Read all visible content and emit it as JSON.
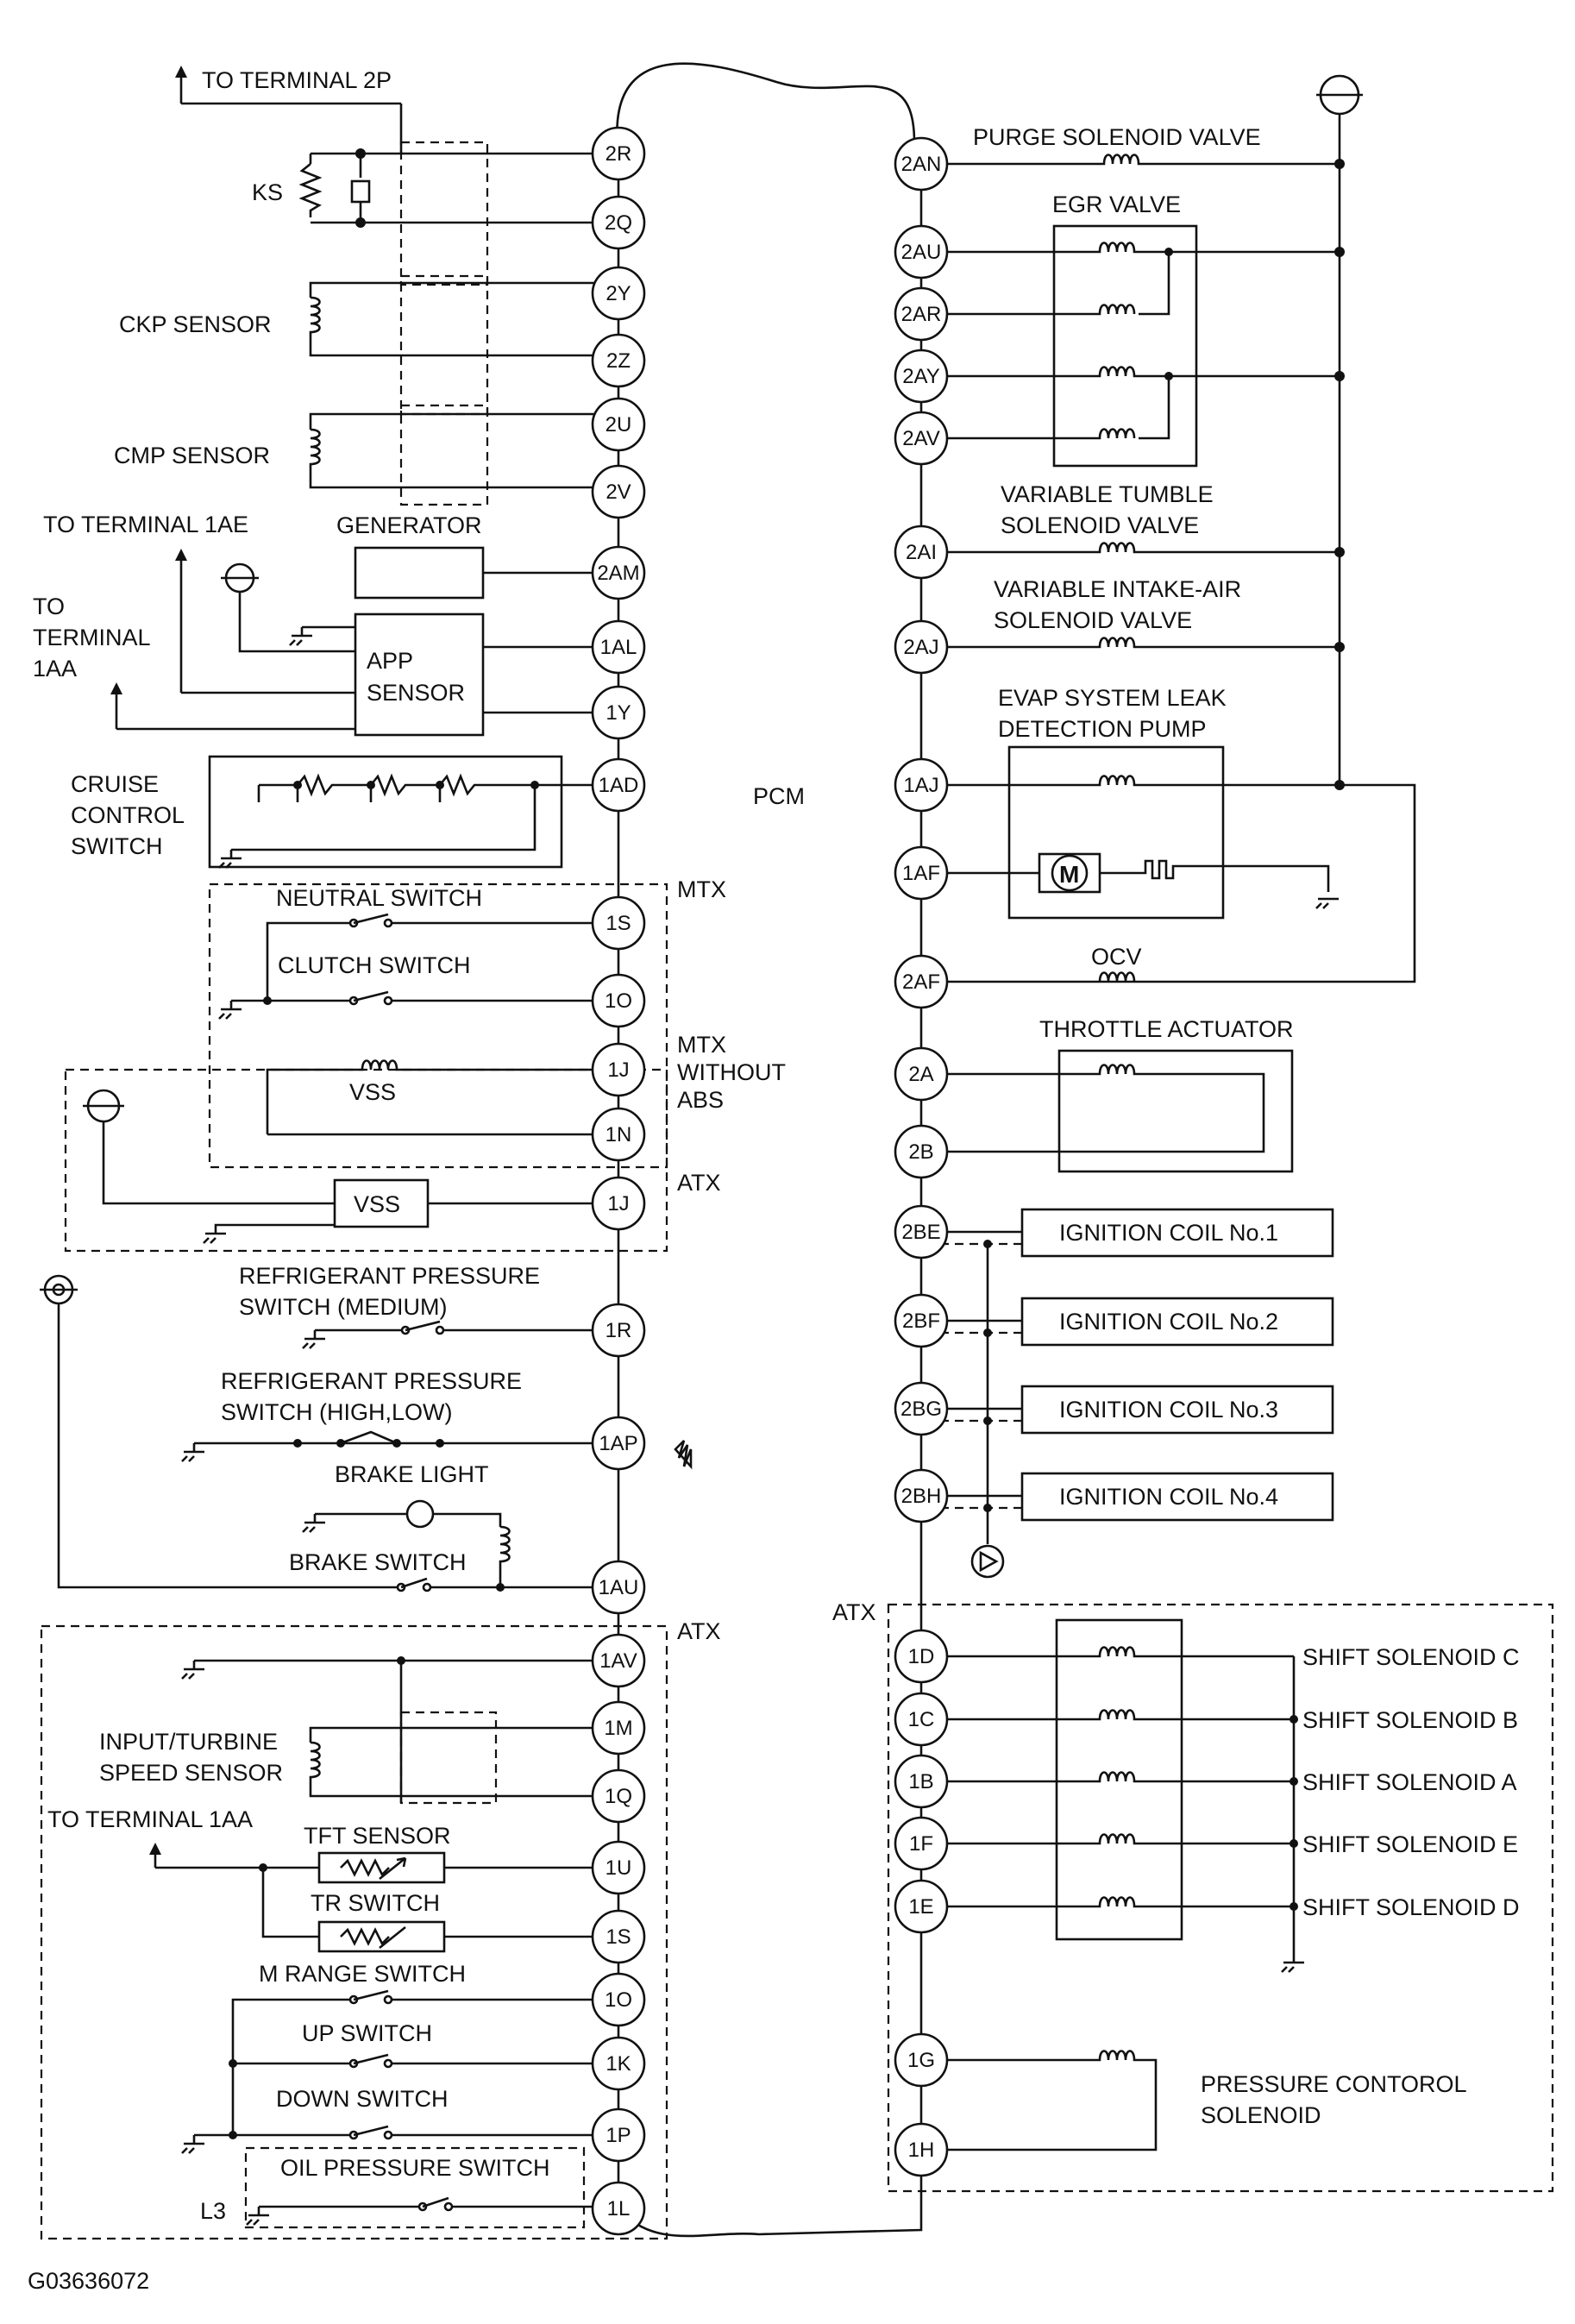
{
  "labels": {
    "to_terminal_2p": "TO TERMINAL 2P",
    "ks": "KS",
    "ckp_sensor": "CKP SENSOR",
    "cmp_sensor": "CMP SENSOR",
    "to_terminal_1ae": "TO TERMINAL 1AE",
    "generator": "GENERATOR",
    "to": "TO",
    "terminal": "TERMINAL",
    "t_1aa": "1AA",
    "app": "APP",
    "sensor": "SENSOR",
    "cruise": "CRUISE",
    "control": "CONTROL",
    "switch": "SWITCH",
    "neutral_switch": "NEUTRAL SWITCH",
    "clutch_switch": "CLUTCH SWITCH",
    "mtx": "MTX",
    "mtx2": "MTX",
    "without": "WITHOUT",
    "abs": "ABS",
    "vss": "VSS",
    "vss2": "VSS",
    "atx": "ATX",
    "atx2": "ATX",
    "atx3": "ATX",
    "refrig_med_1": "REFRIGERANT PRESSURE",
    "refrig_med_2": "SWITCH (MEDIUM)",
    "refrig_hl_1": "REFRIGERANT PRESSURE",
    "refrig_hl_2": "SWITCH (HIGH,LOW)",
    "brake_light": "BRAKE LIGHT",
    "brake_switch": "BRAKE SWITCH",
    "input_turbine_1": "INPUT/TURBINE",
    "input_turbine_2": "SPEED SENSOR",
    "to_terminal_1aa": "TO TERMINAL 1AA",
    "tft_sensor": "TFT SENSOR",
    "tr_switch": "TR SWITCH",
    "m_range_switch": "M RANGE SWITCH",
    "up_switch": "UP SWITCH",
    "down_switch": "DOWN SWITCH",
    "oil_pressure_switch": "OIL PRESSURE SWITCH",
    "l3": "L3",
    "figure_id": "G03636072",
    "pcm": "PCM",
    "purge": "PURGE SOLENOID VALVE",
    "egr": "EGR  VALVE",
    "vt_1": "VARIABLE TUMBLE",
    "vt_2": "SOLENOID VALVE",
    "via_1": "VARIABLE INTAKE-AIR",
    "via_2": "SOLENOID VALVE",
    "evap_1": "EVAP SYSTEM LEAK",
    "evap_2": "DETECTION PUMP",
    "motor": "M",
    "ocv": "OCV",
    "throttle": "THROTTLE ACTUATOR",
    "coil1": "IGNITION COIL No.1",
    "coil2": "IGNITION COIL No.2",
    "coil3": "IGNITION COIL No.3",
    "coil4": "IGNITION COIL No.4",
    "shift_c": "SHIFT SOLENOID C",
    "shift_b": "SHIFT SOLENOID B",
    "shift_a": "SHIFT SOLENOID A",
    "shift_e": "SHIFT SOLENOID E",
    "shift_d": "SHIFT SOLENOID D",
    "pcs_1": "PRESSURE CONTOROL",
    "pcs_2": "SOLENOID"
  },
  "terminals_left": [
    "2R",
    "2Q",
    "2Y",
    "2Z",
    "2U",
    "2V",
    "2AM",
    "1AL",
    "1Y",
    "1AD",
    "1S",
    "1O",
    "1J",
    "1N",
    "1J",
    "1R",
    "1AP",
    "1AU",
    "1AV",
    "1M",
    "1Q",
    "1U",
    "1S",
    "1O",
    "1K",
    "1P",
    "1L"
  ],
  "terminals_right": [
    "2AN",
    "2AU",
    "2AR",
    "2AY",
    "2AV",
    "2AI",
    "2AJ",
    "1AJ",
    "1AF",
    "2AF",
    "2A",
    "2B",
    "2BE",
    "2BF",
    "2BG",
    "2BH",
    "1D",
    "1C",
    "1B",
    "1F",
    "1E",
    "1G",
    "1H"
  ]
}
